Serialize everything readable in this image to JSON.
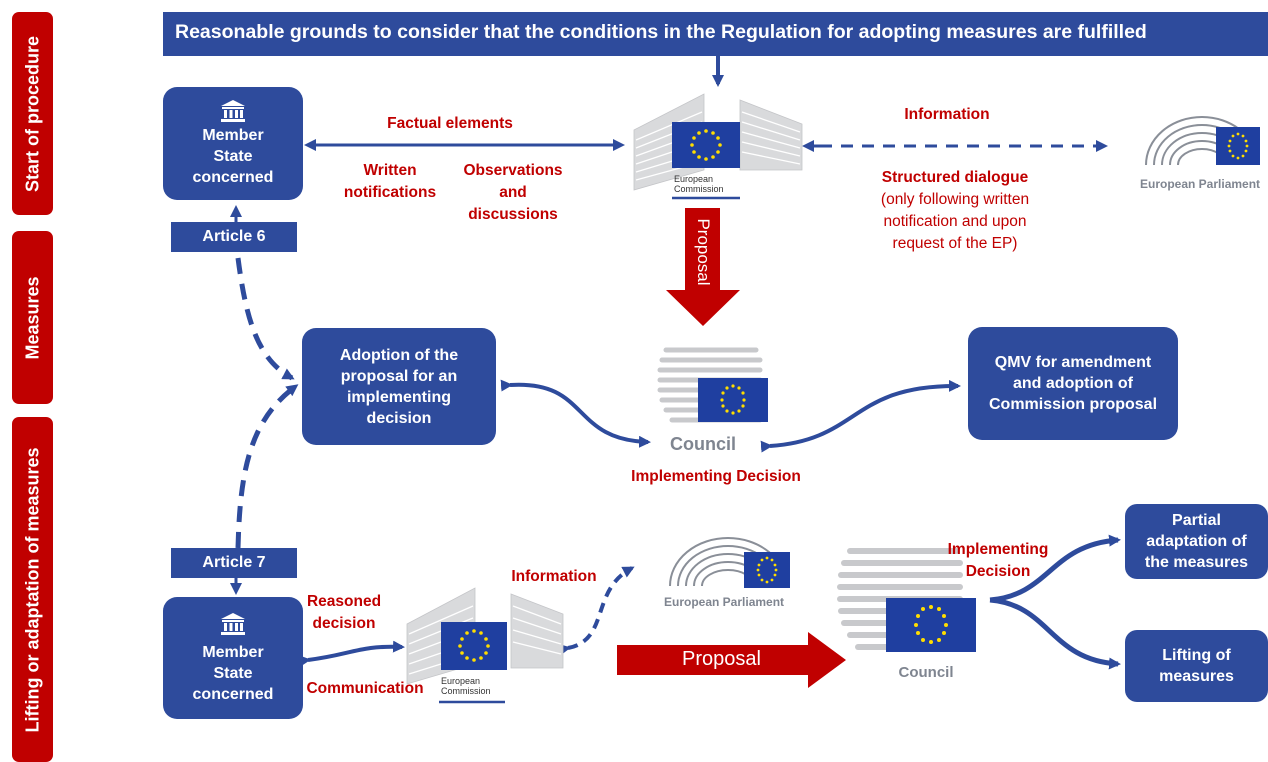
{
  "header": {
    "title": "Reasonable grounds to consider that the conditions in the Regulation for adopting measures are fulfilled"
  },
  "side_tabs": {
    "start": "Start of procedure",
    "measures": "Measures",
    "lifting": "Lifting or adaptation of measures"
  },
  "member_state": {
    "line1": "Member",
    "line2": "State",
    "line3": "concerned"
  },
  "article6": "Article 6",
  "article7": "Article 7",
  "labels": {
    "factual_elements": "Factual elements",
    "written_notifications_1": "Written",
    "written_notifications_2": "notifications",
    "observations_1": "Observations",
    "observations_2": "and",
    "observations_3": "discussions",
    "information_top": "Information",
    "structured_dialogue": "Structured dialogue",
    "sd_line1": "(only following written",
    "sd_line2": "notification and upon",
    "sd_line3": "request of the EP)",
    "proposal_vertical": "Proposal",
    "implementing_decision_mid": "Implementing Decision",
    "council_mid": "Council",
    "reasoned_1": "Reasoned",
    "reasoned_2": "decision",
    "communication": "Communication",
    "information_bottom": "Information",
    "proposal_bottom": "Proposal",
    "impl_dec_1": "Implementing",
    "impl_dec_2": "Decision",
    "council_bottom": "Council"
  },
  "boxes": {
    "adoption_1": "Adoption of the",
    "adoption_2": "proposal for an",
    "adoption_3": "implementing",
    "adoption_4": "decision",
    "qmv_1": "QMV for amendment",
    "qmv_2": "and adoption of",
    "qmv_3": "Commission proposal",
    "partial_1": "Partial",
    "partial_2": "adaptation of",
    "partial_3": "the measures",
    "lifting_1": "Lifting of",
    "lifting_2": "measures"
  },
  "logos": {
    "ec_1": "European",
    "ec_2": "Commission",
    "ep": "European Parliament"
  },
  "colors": {
    "navy": "#2e4b9c",
    "red": "#c00000",
    "eu_blue": "#1f3fa0",
    "eu_star": "#ffdd00"
  }
}
